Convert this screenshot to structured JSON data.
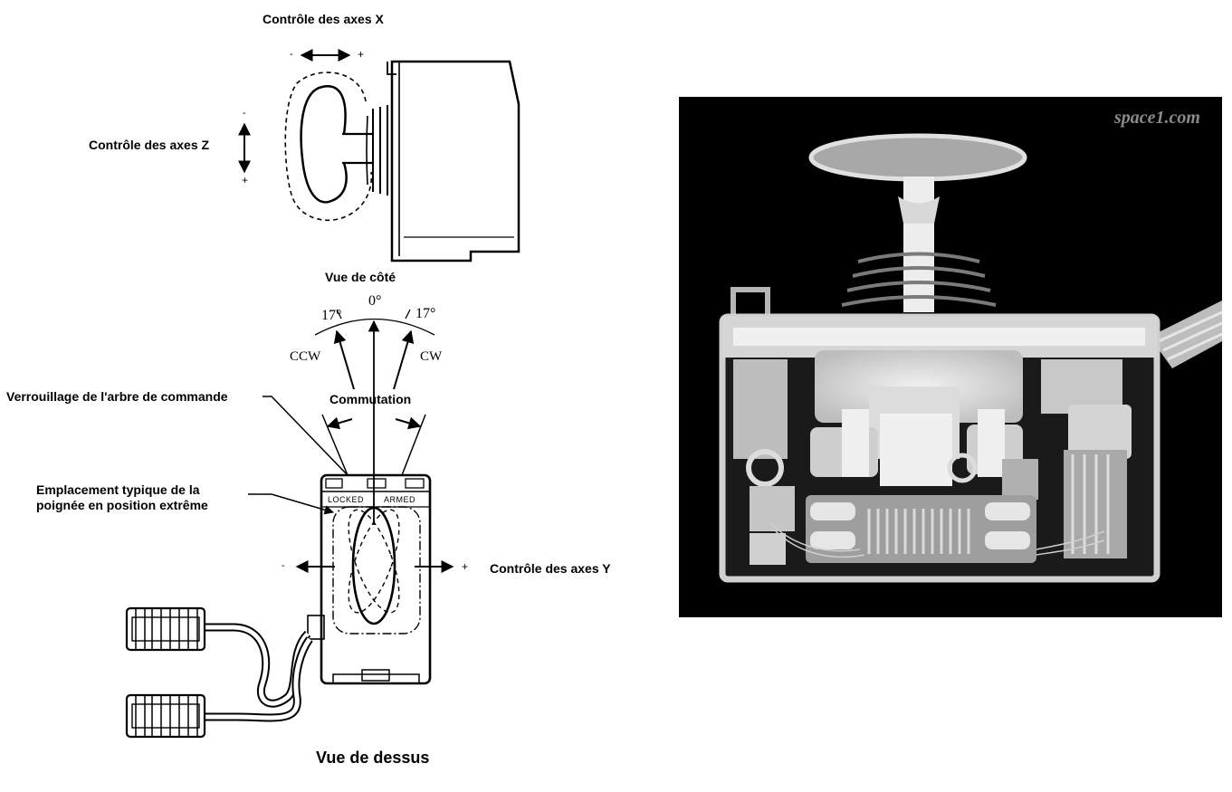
{
  "labels": {
    "x_axis": "Contrôle des axes X",
    "z_axis": "Contrôle des axes Z",
    "y_axis": "Contrôle des axes Y",
    "side_view": "Vue de côté",
    "top_view": "Vue de dessus",
    "commutation": "Commutation",
    "shaft_lock": "Verrouillage de l'arbre de commande",
    "handle_position": "Emplacement typique de la poignée en position extrême"
  },
  "angles": {
    "center": "0°",
    "left": "17°",
    "right": "17°",
    "ccw": "CCW",
    "cw": "CW"
  },
  "signs": {
    "minus": "-",
    "plus": "+"
  },
  "panel_labels": {
    "locked": "LOCKED",
    "armed": "ARMED"
  },
  "photo": {
    "watermark": "space1.com"
  }
}
